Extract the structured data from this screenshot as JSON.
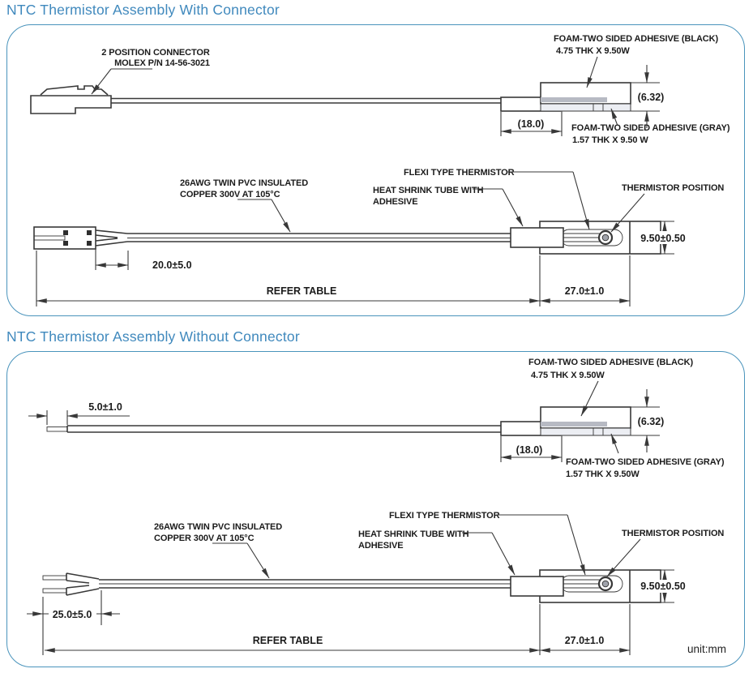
{
  "unit": "unit:mm",
  "colors": {
    "title_blue": "#4089bd",
    "border_blue": "#4a94bc",
    "line": "#383838",
    "gray_foam": "#b7bac3",
    "light_foam": "#eceef3"
  },
  "p1": {
    "title": "NTC Thermistor Assembly With Connector",
    "connector1": "2 POSITION CONNECTOR",
    "connector2": "MOLEX P/N 14-56-3021",
    "foam_black1": "FOAM-TWO SIDED ADHESIVE (BLACK)",
    "foam_black2": "4.75 THK X 9.50W",
    "foam_gray1": "FOAM-TWO SIDED ADHESIVE (GRAY)",
    "foam_gray2": "1.57 THK X 9.50 W",
    "dim_thk": "(6.32)",
    "dim_tube": "(18.0)",
    "wire1": "26AWG TWIN PVC INSULATED",
    "wire2": "COPPER 300V AT 105°C",
    "flexi": "FLEXI TYPE THERMISTOR",
    "shrink1": "HEAT SHRINK TUBE WITH",
    "shrink2": "ADHESIVE",
    "thermistor_pos": "THERMISTOR POSITION",
    "dim_height": "9.50±0.50",
    "dim_pad": "27.0±1.0",
    "dim_split": "20.0±5.0",
    "refer": "REFER TABLE"
  },
  "p2": {
    "title": "NTC Thermistor Assembly Without Connector",
    "dim_strip": "5.0±1.0",
    "foam_black1": "FOAM-TWO SIDED ADHESIVE (BLACK)",
    "foam_black2": "4.75 THK X 9.50W",
    "foam_gray1": "FOAM-TWO SIDED ADHESIVE (GRAY)",
    "foam_gray2": "1.57 THK X 9.50W",
    "dim_thk": "(6.32)",
    "dim_tube": "(18.0)",
    "wire1": "26AWG TWIN PVC INSULATED",
    "wire2": "COPPER 300V AT 105°C",
    "flexi": "FLEXI TYPE THERMISTOR",
    "shrink1": "HEAT SHRINK TUBE WITH",
    "shrink2": "ADHESIVE",
    "thermistor_pos": "THERMISTOR POSITION",
    "dim_height": "9.50±0.50",
    "dim_pad": "27.0±1.0",
    "dim_split": "25.0±5.0",
    "refer": "REFER TABLE"
  }
}
